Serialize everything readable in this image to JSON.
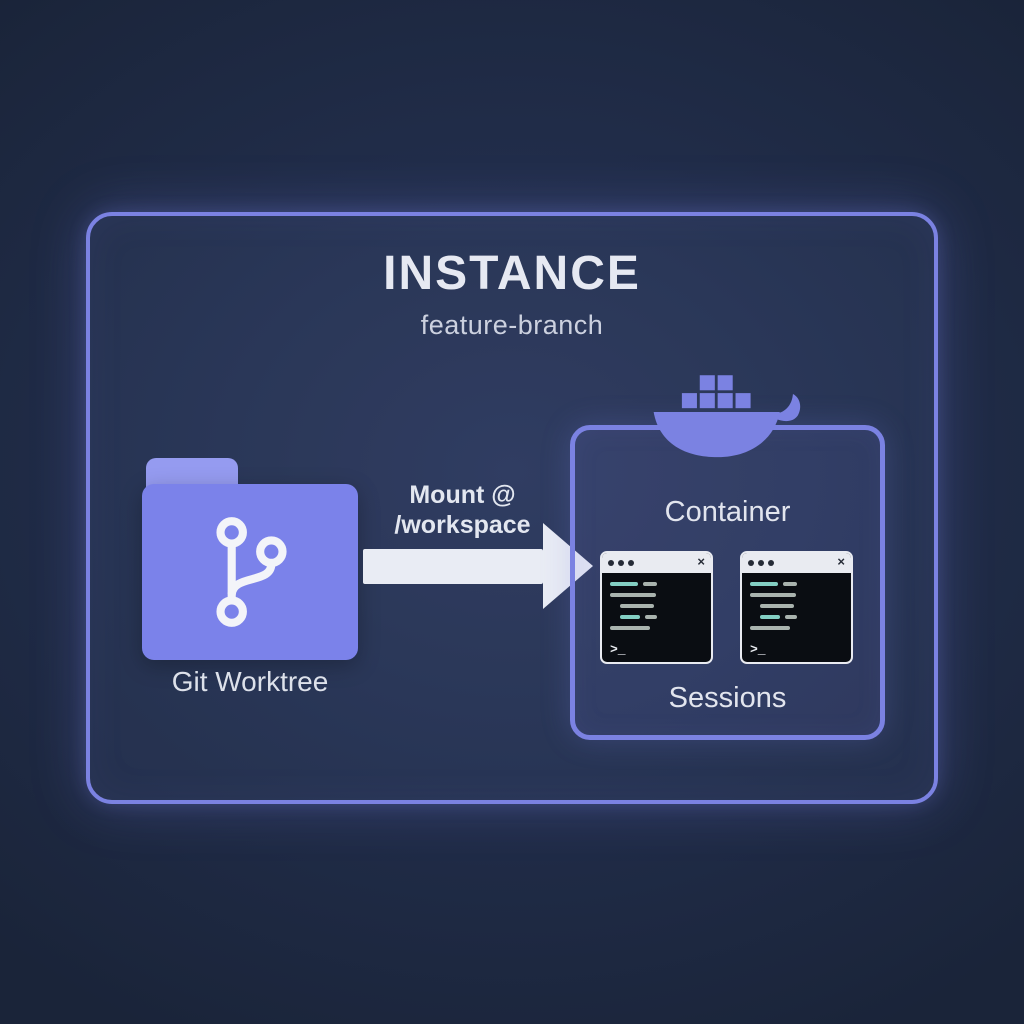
{
  "colors": {
    "background": "#212d4a",
    "accent": "#7b82e2",
    "folder": "#7b82ea",
    "folder_tab": "#959bf0",
    "arrow": "#e9ecf4",
    "text_primary": "#e6e9f2",
    "text_secondary": "#ccd1df",
    "terminal_bg": "#0a0d12",
    "terminal_bar": "#e9ebf1",
    "code_gray": "#a9b3ae",
    "code_teal": "#83cfc3"
  },
  "instance": {
    "title": "INSTANCE",
    "subtitle": "feature-branch"
  },
  "worktree": {
    "label": "Git Worktree"
  },
  "mount": {
    "line1": "Mount @",
    "line2": "/workspace"
  },
  "container": {
    "label": "Container",
    "sessions_label": "Sessions"
  },
  "terminal": {
    "prompt": ">_",
    "close_glyph": "×",
    "lines": [
      {
        "indent": 0,
        "segments": [
          {
            "w": 28,
            "c": "teal"
          },
          {
            "w": 14,
            "c": "gray"
          }
        ]
      },
      {
        "indent": 0,
        "segments": [
          {
            "w": 46,
            "c": "gray"
          }
        ]
      },
      {
        "indent": 10,
        "segments": [
          {
            "w": 34,
            "c": "gray"
          }
        ]
      },
      {
        "indent": 10,
        "segments": [
          {
            "w": 20,
            "c": "teal"
          },
          {
            "w": 12,
            "c": "gray"
          }
        ]
      },
      {
        "indent": 0,
        "segments": [
          {
            "w": 40,
            "c": "gray"
          }
        ]
      }
    ]
  }
}
